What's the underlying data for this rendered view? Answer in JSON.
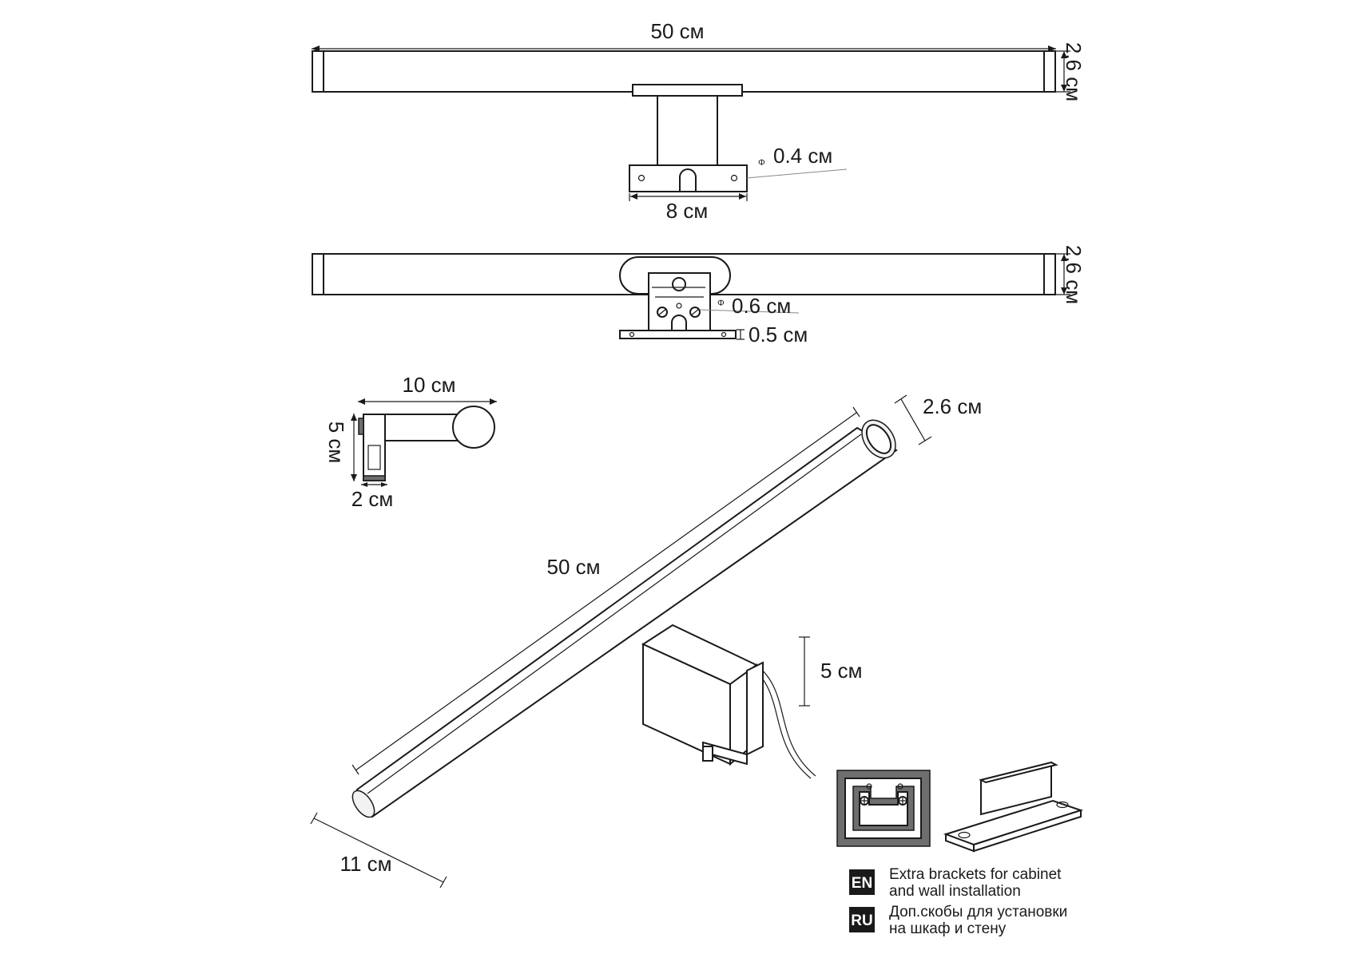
{
  "front_view": {
    "length": "50 см",
    "diameter": "2.6 см",
    "hole_symbol": "Φ",
    "hole_diameter": "0.4 см",
    "base_width": "8 см"
  },
  "top_view": {
    "diameter": "2.6 см",
    "hole_symbol": "Φ",
    "hole_diameter": "0.6 см",
    "plate_thickness": "0.5 см"
  },
  "side_view": {
    "depth": "10 см",
    "height": "5 см",
    "width": "2 см"
  },
  "perspective_view": {
    "length": "50 см",
    "diameter": "2.6 см",
    "bracket_height": "5 см",
    "depth": "11 см"
  },
  "accessories": {
    "items": [
      {
        "lang": "EN",
        "line1": "Extra brackets for cabinet",
        "line2": "and wall installation"
      },
      {
        "lang": "RU",
        "line1": "Доп.скобы для установки",
        "line2": "на шкаф и стену"
      }
    ]
  }
}
